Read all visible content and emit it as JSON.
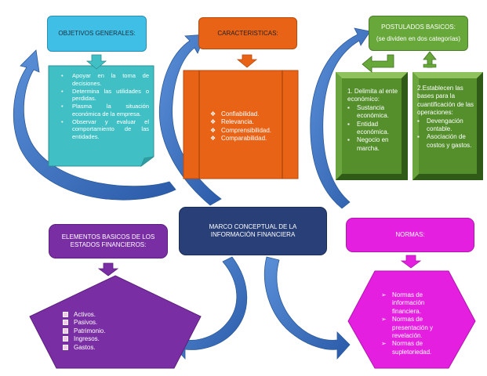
{
  "objetivos": {
    "title": "OBJETIVOS GENERALES:",
    "items": [
      "Apoyar en la toma de decisiones.",
      "Determina las utilidades o perdidas.",
      "Plasma la situación económica de la empresa.",
      "Observar y evaluar el comportamiento de las entidades."
    ]
  },
  "caracteristicas": {
    "title": "CARACTERISTICAS:",
    "items": [
      "Confiabilidad.",
      "Relevancia.",
      "Comprensibilidad.",
      "Comparabilidad."
    ]
  },
  "postulados": {
    "title": "POSTULADOS BASICOS:",
    "subtitle": "(se dividen en dos categorías)",
    "left_heading": "1. Delimita al ente económico:",
    "left_items": [
      "Sustancia económica.",
      "Entidad económica.",
      "Negocio en marcha."
    ],
    "right_heading": "2.Establecen las bases para la cuantificación de las operaciones:",
    "right_items": [
      "Devengación contable.",
      "Asociación de costos y gastos."
    ]
  },
  "marco": {
    "title": "MARCO CONCEPTUAL DE LA INFORMACIÓN FINANCIERA"
  },
  "elementos": {
    "title": "ELEMENTOS BASICOS DE LOS ESTADOS FINANCIEROS:",
    "items": [
      "Activos.",
      "Pasivos.",
      "Patrimonio.",
      "Ingresos.",
      "Gastos."
    ]
  },
  "normas": {
    "title": "NORMAS:",
    "items": [
      "Normas de información financiera.",
      "Normas de presentación y revelación.",
      "Normas de supletoriedad."
    ]
  },
  "colors": {
    "objetivos": "#40bfe6",
    "caracteristicas": "#e86316",
    "postulados": "#68a83a",
    "marco": "#283f78",
    "elementos": "#7a2ea4",
    "normas": "#e41fe0",
    "curved_arrows": "#3d73c0"
  }
}
